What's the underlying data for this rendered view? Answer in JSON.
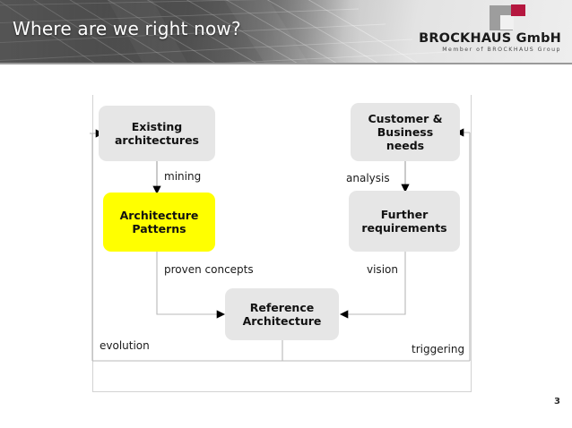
{
  "header": {
    "title": "Where are we right now?",
    "background_dark": "#1d1d1d",
    "background_light": "#eeeeee"
  },
  "logo": {
    "name": "BROCKHAUS GmbH",
    "tagline": "Member of BROCKHAUS Group",
    "mark_gray": "#9d9d9d",
    "mark_red": "#b5173f"
  },
  "diagram": {
    "type": "flow",
    "nodes": [
      {
        "id": "existing",
        "label": "Existing\narchitectures",
        "line1": "Existing",
        "line2": "architectures",
        "fill": "#e6e6e6"
      },
      {
        "id": "patterns",
        "label": "Architecture\nPatterns",
        "line1": "Architecture",
        "line2": "Patterns",
        "fill": "#ffff00"
      },
      {
        "id": "customer",
        "label": "Customer &\nBusiness\nneeds",
        "line1": "Customer &",
        "line2": "Business",
        "line3": "needs",
        "fill": "#e6e6e6"
      },
      {
        "id": "further",
        "label": "Further\nrequirements",
        "line1": "Further",
        "line2": "requirements",
        "fill": "#e6e6e6"
      },
      {
        "id": "reference",
        "label": "Reference\nArchitecture",
        "line1": "Reference",
        "line2": "Architecture",
        "fill": "#e6e6e6"
      }
    ],
    "edge_labels": {
      "mining": "mining",
      "analysis": "analysis",
      "proven_concepts": "proven concepts",
      "vision": "vision",
      "evolution": "evolution",
      "triggering": "triggering"
    }
  },
  "footer": {
    "page_number": "3"
  }
}
